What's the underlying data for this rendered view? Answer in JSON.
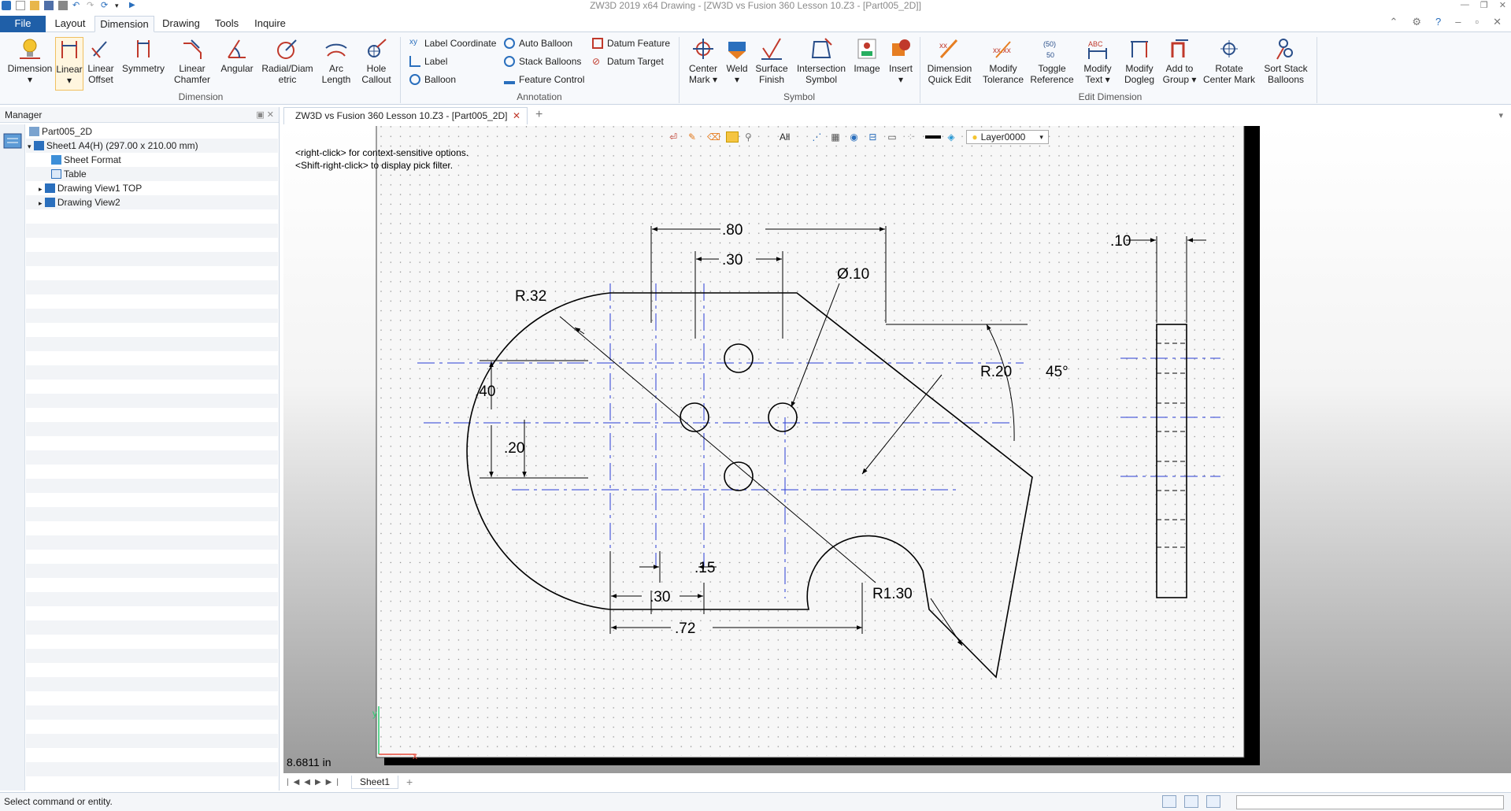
{
  "window": {
    "title": "ZW3D 2019  x64      Drawing - [ZW3D vs Fusion 360 Lesson 10.Z3 - [Part005_2D]]"
  },
  "menu": {
    "file": "File",
    "tabs": [
      "Layout",
      "Dimension",
      "Drawing",
      "Tools",
      "Inquire"
    ]
  },
  "ribbon": {
    "dimension_group": {
      "label": "Dimension",
      "buttons": [
        {
          "l1": "Dimension",
          "l2": "▾"
        },
        {
          "l1": "Linear",
          "l2": "▾"
        },
        {
          "l1": "Linear",
          "l2": "Offset"
        },
        {
          "l1": "Symmetry",
          "l2": ""
        },
        {
          "l1": "Linear",
          "l2": "Chamfer"
        },
        {
          "l1": "Angular",
          "l2": ""
        },
        {
          "l1": "Radial/Diam",
          "l2": "etric"
        },
        {
          "l1": "Arc",
          "l2": "Length"
        },
        {
          "l1": "Hole",
          "l2": "Callout"
        }
      ]
    },
    "annotation_group": {
      "label": "Annotation",
      "items": [
        "Label Coordinate",
        "Label",
        "Balloon",
        "Auto Balloon",
        "Stack Balloons",
        "Feature Control",
        "Datum Feature",
        "Datum Target"
      ]
    },
    "symbol_group": {
      "label": "Symbol",
      "buttons": [
        {
          "l1": "Center",
          "l2": "Mark ▾"
        },
        {
          "l1": "Weld",
          "l2": "▾"
        },
        {
          "l1": "Surface",
          "l2": "Finish"
        },
        {
          "l1": "Intersection",
          "l2": "Symbol"
        },
        {
          "l1": "Image",
          "l2": ""
        },
        {
          "l1": "Insert",
          "l2": "▾"
        }
      ]
    },
    "edit_group": {
      "label": "Edit Dimension",
      "buttons": [
        {
          "l1": "Dimension",
          "l2": "Quick Edit"
        },
        {
          "l1": "Modify",
          "l2": "Tolerance"
        },
        {
          "l1": "Toggle",
          "l2": "Reference"
        },
        {
          "l1": "Modify",
          "l2": "Text ▾"
        },
        {
          "l1": "Modify",
          "l2": "Dogleg"
        },
        {
          "l1": "Add to",
          "l2": "Group ▾"
        },
        {
          "l1": "Rotate",
          "l2": "Center Mark"
        },
        {
          "l1": "Sort Stack",
          "l2": "Balloons"
        }
      ]
    }
  },
  "manager": {
    "title": "Manager",
    "tree": [
      "Part005_2D",
      "Sheet1 A4(H) (297.00 x 210.00 mm)",
      "Sheet Format",
      "Table",
      "Drawing View1 TOP",
      "Drawing View2"
    ]
  },
  "document": {
    "tab": "ZW3D vs Fusion 360 Lesson 10.Z3 - [Part005_2D]"
  },
  "canvas": {
    "filter": "All",
    "layer": "Layer0000",
    "hint1": "<right-click> for context-sensitive options.",
    "hint2": "<Shift-right-click> to display pick filter.",
    "units": "8.6811 in"
  },
  "dimensions": {
    "d80": ".80",
    "d30top": ".30",
    "dia10": "Ø.10",
    "r32": "R.32",
    "d40": ".40",
    "d20": ".20",
    "r20": "R.20",
    "a45": "45°",
    "d15": ".15",
    "d30bot": ".30",
    "r130": "R1.30",
    "d72": ".72",
    "d10": ".10"
  },
  "sheets": [
    "Sheet1"
  ],
  "status": {
    "message": "Select command or entity."
  }
}
